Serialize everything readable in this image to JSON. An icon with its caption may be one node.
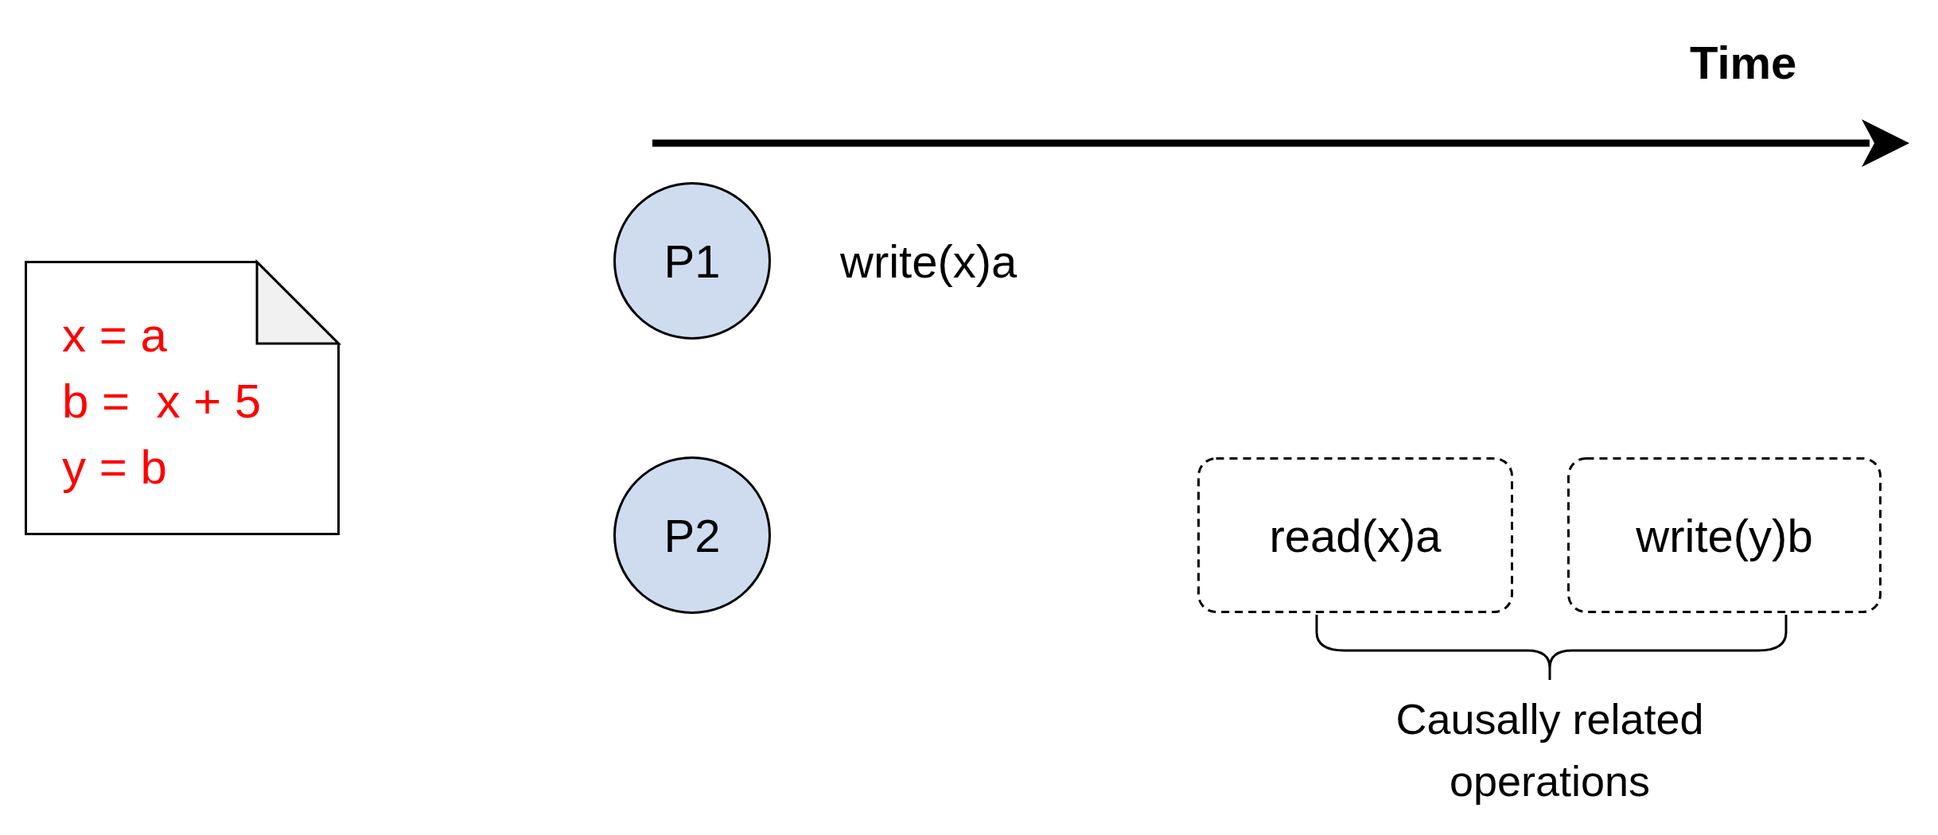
{
  "diagram": {
    "nodes": [
      {
        "text": [
          "x = a",
          "b =  x + 5",
          "y = b"
        ]
      },
      {
        "text": [
          "P1"
        ]
      },
      {
        "text": [
          "P2"
        ]
      },
      {
        "text": [
          "read(x)a"
        ]
      },
      {
        "text": [
          "write(y)b"
        ]
      }
    ],
    "labels": [
      "Time",
      "write(x)a",
      "Causally related operations"
    ]
  }
}
